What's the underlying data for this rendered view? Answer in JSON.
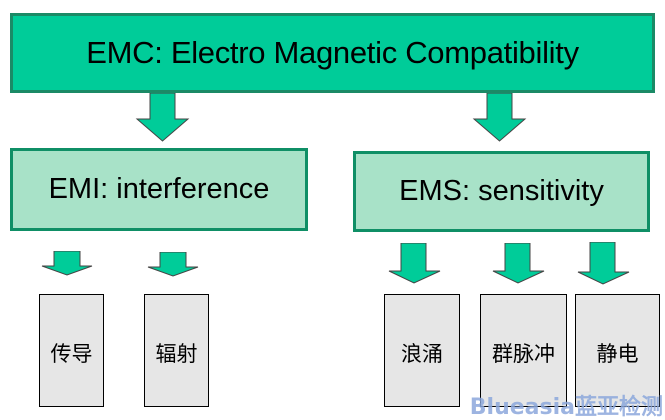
{
  "diagram": {
    "root": {
      "label": "EMC: Electro Magnetic Compatibility"
    },
    "branches": [
      {
        "label": "EMI: interference",
        "children": [
          "传导",
          "辐射"
        ]
      },
      {
        "label": "EMS: sensitivity",
        "children": [
          "浪涌",
          "群脉冲",
          "静电"
        ]
      }
    ]
  },
  "watermark": "Blueasia蓝亚检测",
  "colors": {
    "root_fill": "#00CC99",
    "branch_fill": "#A8E2C8",
    "border": "#1B8A66",
    "leaf_fill": "#E6E6E6",
    "arrow_fill": "#00CC99"
  }
}
